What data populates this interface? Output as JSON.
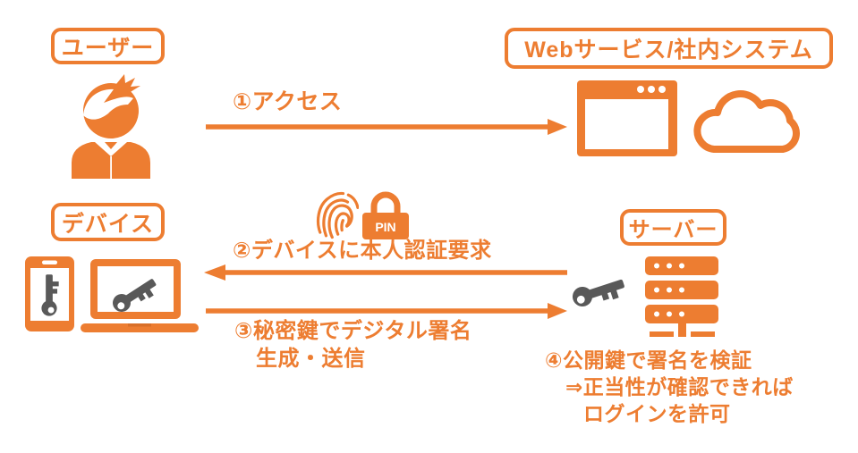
{
  "colors": {
    "accent": "#ED7D31",
    "key_gray": "#595959",
    "background": "#FFFFFF"
  },
  "nodes": {
    "user": {
      "label": "ユーザー"
    },
    "web_service": {
      "label": "Webサービス/社内システム"
    },
    "device": {
      "label": "デバイス"
    },
    "server": {
      "label": "サーバー"
    }
  },
  "steps": {
    "step1": {
      "label": "①アクセス",
      "direction": "right",
      "from": "user",
      "to": "web_service"
    },
    "step2": {
      "label": "②デバイスに本人認証要求",
      "direction": "left",
      "from": "server",
      "to": "device"
    },
    "step3": {
      "line1": "③秘密鍵でデジタル署名",
      "line2": "生成・送信",
      "direction": "right",
      "from": "device",
      "to": "server"
    },
    "step4": {
      "line1": "④公開鍵で署名を検証",
      "line2": "⇒正当性が確認できれば",
      "line3": "ログインを許可"
    }
  },
  "icons": {
    "pin_lock": {
      "label": "PIN"
    },
    "names": [
      "person-icon",
      "browser-window-icon",
      "cloud-icon",
      "smartphone-icon",
      "laptop-icon",
      "private-key-icon",
      "fingerprint-icon",
      "pin-lock-icon",
      "server-key-icon",
      "server-rack-icon"
    ]
  }
}
